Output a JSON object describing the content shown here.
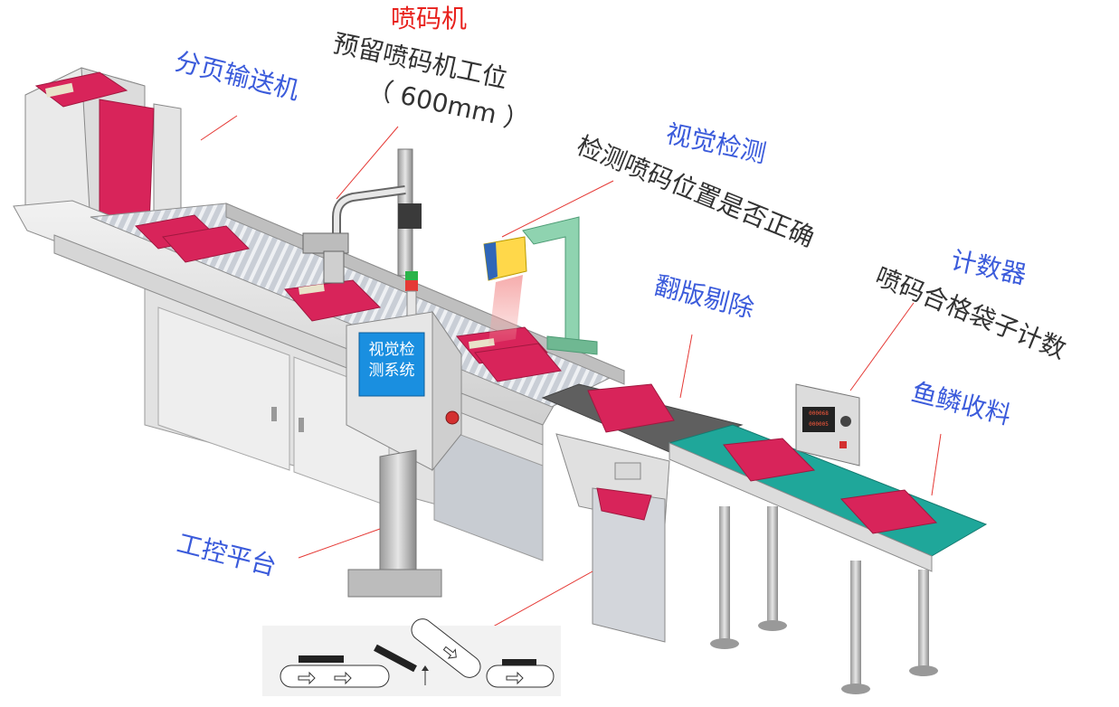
{
  "labels": {
    "feeder": "分页输送机",
    "printer_title": "喷码机",
    "printer_line1": "预留喷码机工位",
    "printer_line2": "（ 600mm ）",
    "vision_title": "视觉检测",
    "vision_desc": "检测喷码位置是否正确",
    "counter_title": "计数器",
    "counter_desc": "喷码合格袋子计数",
    "reject": "翻版剔除",
    "collect": "鱼鳞收料",
    "ipc": "工控平台",
    "screen_line1": "视觉检",
    "screen_line2": "测系统"
  },
  "counter_display": {
    "row1": "000068",
    "row2": "000005"
  },
  "colors": {
    "label_blue": "#3b5bdb",
    "label_red": "#e8211d",
    "label_dark": "#333333",
    "belt_teal": "#1fa79a",
    "screen_blue": "#1a8fe0",
    "product_pink": "#d8245a"
  }
}
